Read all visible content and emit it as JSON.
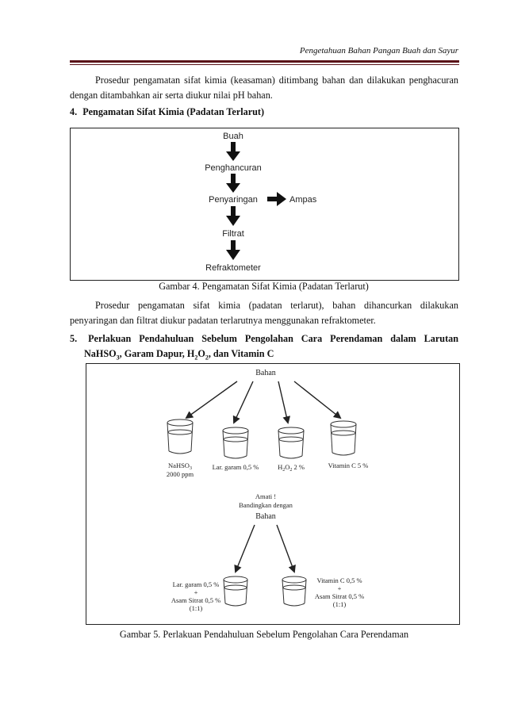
{
  "header": {
    "title": "Pengetahuan Bahan Pangan Buah dan Sayur"
  },
  "para1": "Prosedur pengamatan sifat kimia (keasaman) ditimbang bahan dan dilakukan penghacuran dengan ditambahkan air serta diukur nilai pH bahan.",
  "section4": {
    "number": "4.",
    "title": "Pengamatan Sifat Kimia (Padatan Terlarut)"
  },
  "fig4": {
    "steps": [
      "Buah",
      "Penghancuran",
      "Penyaringan",
      "Filtrat",
      "Refraktometer"
    ],
    "side": "Ampas",
    "caption": "Gambar 4. Pengamatan Sifat Kimia (Padatan Terlarut)"
  },
  "para2": "Prosedur pengamatan sifat kimia (padatan terlarut), bahan dihancurkan dilakukan penyaringan dan filtrat diukur padatan terlarutnya menggunakan refraktometer.",
  "section5": {
    "number": "5.",
    "title_line1": "Perlakuan Pendahuluan Sebelum Pengolahan Cara Perendaman dalam Larutan",
    "t_a": "NaHSO",
    "t_a_sub": "3",
    "t_b": ", Garam Dapur, H",
    "t_b_sub1": "2",
    "t_c": "O",
    "t_c_sub2": "2",
    "t_d": ", dan Vitamin C"
  },
  "fig5": {
    "top": "Bahan",
    "b1_line1": "NaHSO",
    "b1_sub": "3",
    "b1_line2": "2000 ppm",
    "b2": "Lar. garam 0,5 %",
    "b3_pre": "H",
    "b3_s1": "2",
    "b3_mid": "O",
    "b3_s2": "2",
    "b3_post": " 2 %",
    "b4": "Vitamin C 5 %",
    "mid1": "Amati !",
    "mid2": "Bandingkan dengan",
    "mid3": "Bahan",
    "l1": "Lar. garam 0,5 %",
    "l2": "+",
    "l3": "Asam Sitrat 0,5 %",
    "l4": "(1:1)",
    "r1": "Vitamin C 0,5 %",
    "r2": "+",
    "r3": "Asam Sitrat 0,5 %",
    "r4": "(1:1)",
    "caption": "Gambar 5. Perlakuan Pendahuluan Sebelum Pengolahan Cara Perendaman"
  }
}
